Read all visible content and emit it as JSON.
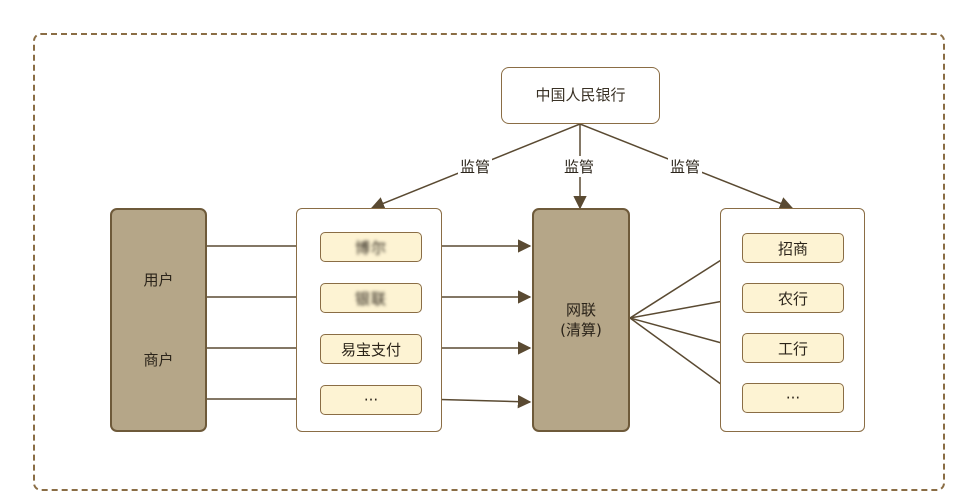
{
  "top_node": "中国人民银行",
  "edge_label": "监管",
  "users_box": {
    "line1": "用户",
    "line2": "商户"
  },
  "payment_items": [
    {
      "label": "博尔",
      "obscured": true
    },
    {
      "label": "银联",
      "obscured": true
    },
    {
      "label": "易宝支付",
      "obscured": false
    },
    {
      "label": "···",
      "obscured": false
    }
  ],
  "clearing": {
    "line1": "网联",
    "line2": "(清算)"
  },
  "bank_items": [
    "招商",
    "农行",
    "工行",
    "···"
  ],
  "colors": {
    "border": "#8a6d45",
    "dark_fill": "#b5a688",
    "item_fill": "#fdf3d3",
    "arrow": "#5a4a32"
  }
}
